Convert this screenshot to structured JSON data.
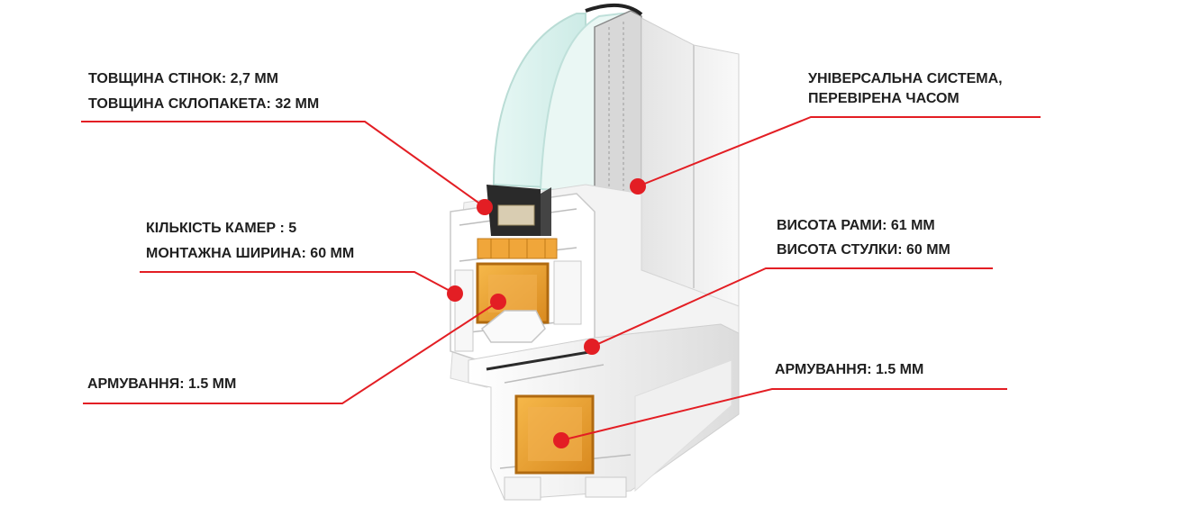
{
  "labels": {
    "wall_thickness": "ТОВЩИНА СТІНОК: 2,7 ММ",
    "glazing_thickness": "ТОВЩИНА СКЛОПАКЕТА: 32 ММ",
    "chambers": "КІЛЬКІСТЬ КАМЕР : 5",
    "mount_width": "МОНТАЖНА ШИРИНА: 60 ММ",
    "reinforcement_left": "АРМУВАННЯ: 1.5 ММ",
    "system_line1": "УНІВЕРСАЛЬНА СИСТЕМА,",
    "system_line2": "ПЕРЕВІРЕНА ЧАСОМ",
    "frame_height": "ВИСОТА РАМИ: 61 ММ",
    "sash_height": "ВИСОТА СТУЛКИ: 60 ММ",
    "reinforcement_right": "АРМУВАННЯ: 1.5 ММ"
  },
  "colors": {
    "accent": "#e31e24",
    "reinforcement": "#f0a030",
    "profile": "#f2f2f2",
    "text": "#1f1f1f"
  }
}
